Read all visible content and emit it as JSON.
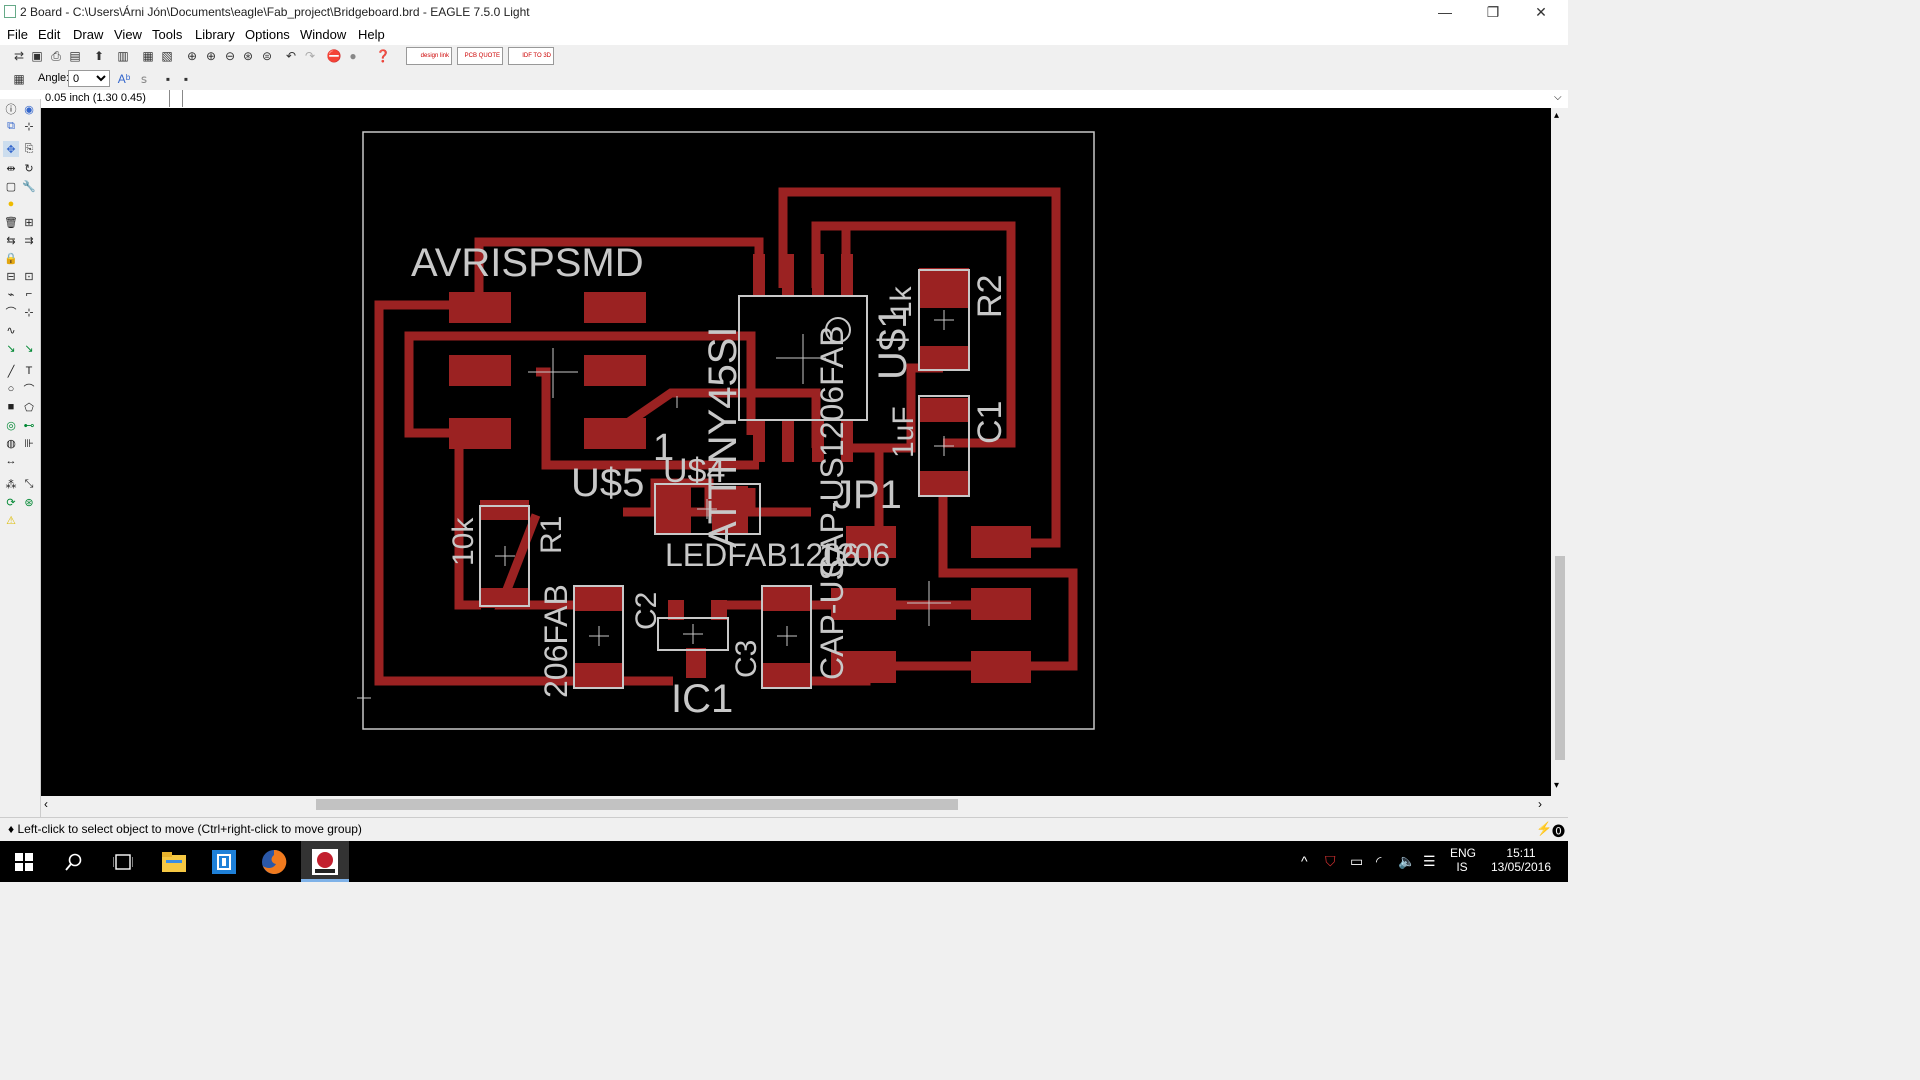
{
  "window": {
    "title": "2 Board - C:\\Users\\Árni Jón\\Documents\\eagle\\Fab_project\\Bridgeboard.brd - EAGLE 7.5.0 Light",
    "minimize": "—",
    "restore": "❐",
    "close": "✕"
  },
  "menu": [
    "File",
    "Edit",
    "Draw",
    "View",
    "Tools",
    "Library",
    "Options",
    "Window",
    "Help"
  ],
  "toolbar2": {
    "angle_label": "Angle:",
    "angle_value": "0"
  },
  "toolbar1": {
    "design_link": "design link",
    "pcb_quote": "PCB QUOTE",
    "idf_3d": "IDF TO 3D"
  },
  "command": {
    "coord": "0.05 inch (1.30 0.45)",
    "input_value": ""
  },
  "board": {
    "labels": {
      "avrispsmd": "AVRISPSMD",
      "u5": "U$5",
      "u4": "U$4",
      "one": "1",
      "attiny": "ATTINY45SI",
      "u1": "U$1",
      "r_1k": "1k",
      "r2": "R2",
      "c1": "C1",
      "uf": "1uF",
      "jp1": "JP1",
      "ledfab": "LEDFAB1206",
      "capus1": "CAP-US1206FAB",
      "capus2": "CAP-US",
      "tenk": "10k",
      "r1": "R1",
      "fab206": "206FAB",
      "c2": "C2",
      "c3": "C3",
      "ic1": "IC1",
      "fab1206": "1206"
    },
    "colors": {
      "trace": "#9b2222",
      "outline": "#c8c8c8",
      "background": "#000000"
    }
  },
  "status": {
    "text": "♦ Left-click to select object to move (Ctrl+right-click to move group)"
  },
  "taskbar": {
    "lang": "ENG",
    "lang2": "IS",
    "time": "15:11",
    "date": "13/05/2016",
    "apps": [
      "start-icon",
      "search-icon",
      "task-view-icon",
      "file-explorer-icon",
      "store-icon",
      "firefox-icon",
      "eagle-icon"
    ]
  }
}
